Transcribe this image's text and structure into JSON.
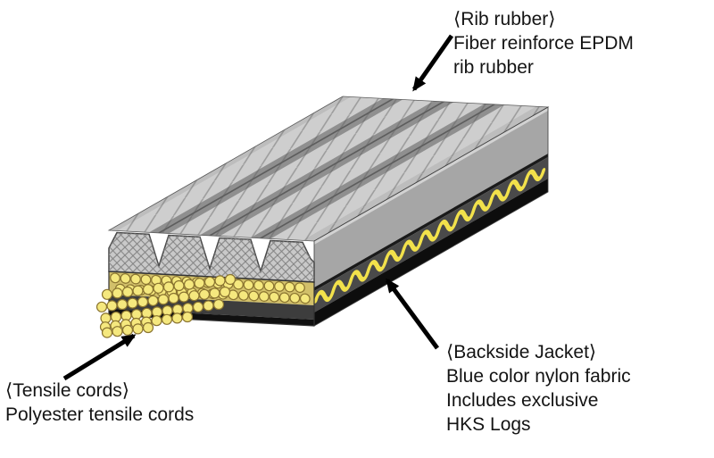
{
  "figure": {
    "background": "#ffffff",
    "annotations": {
      "rib_rubber": {
        "lines": [
          "⟨Rib rubber⟩",
          "Fiber reinforce EPDM",
          "rib rubber"
        ]
      },
      "tensile_cords": {
        "lines": [
          "⟨Tensile cords⟩",
          "Polyester tensile cords"
        ]
      },
      "backside_jacket": {
        "lines": [
          "⟨Backside Jacket⟩",
          "Blue color nylon fabric",
          "Includes exclusive",
          "HKS Logs"
        ]
      }
    },
    "colors": {
      "belt_body_gray": "#b2b2b2",
      "rib_top_gray": "#cecece",
      "groove_gray": "#8f8f8f",
      "side_gray": "#a6a6a6",
      "jacket_dark": "#4a4a4a",
      "bottom_black": "#0d0d0d",
      "cord_yellow": "#f5e87e",
      "cord_outline": "#8a7430",
      "jacket_wave_yellow": "#f2e14b",
      "arrow_black": "#000000",
      "text_color": "#141414"
    }
  }
}
